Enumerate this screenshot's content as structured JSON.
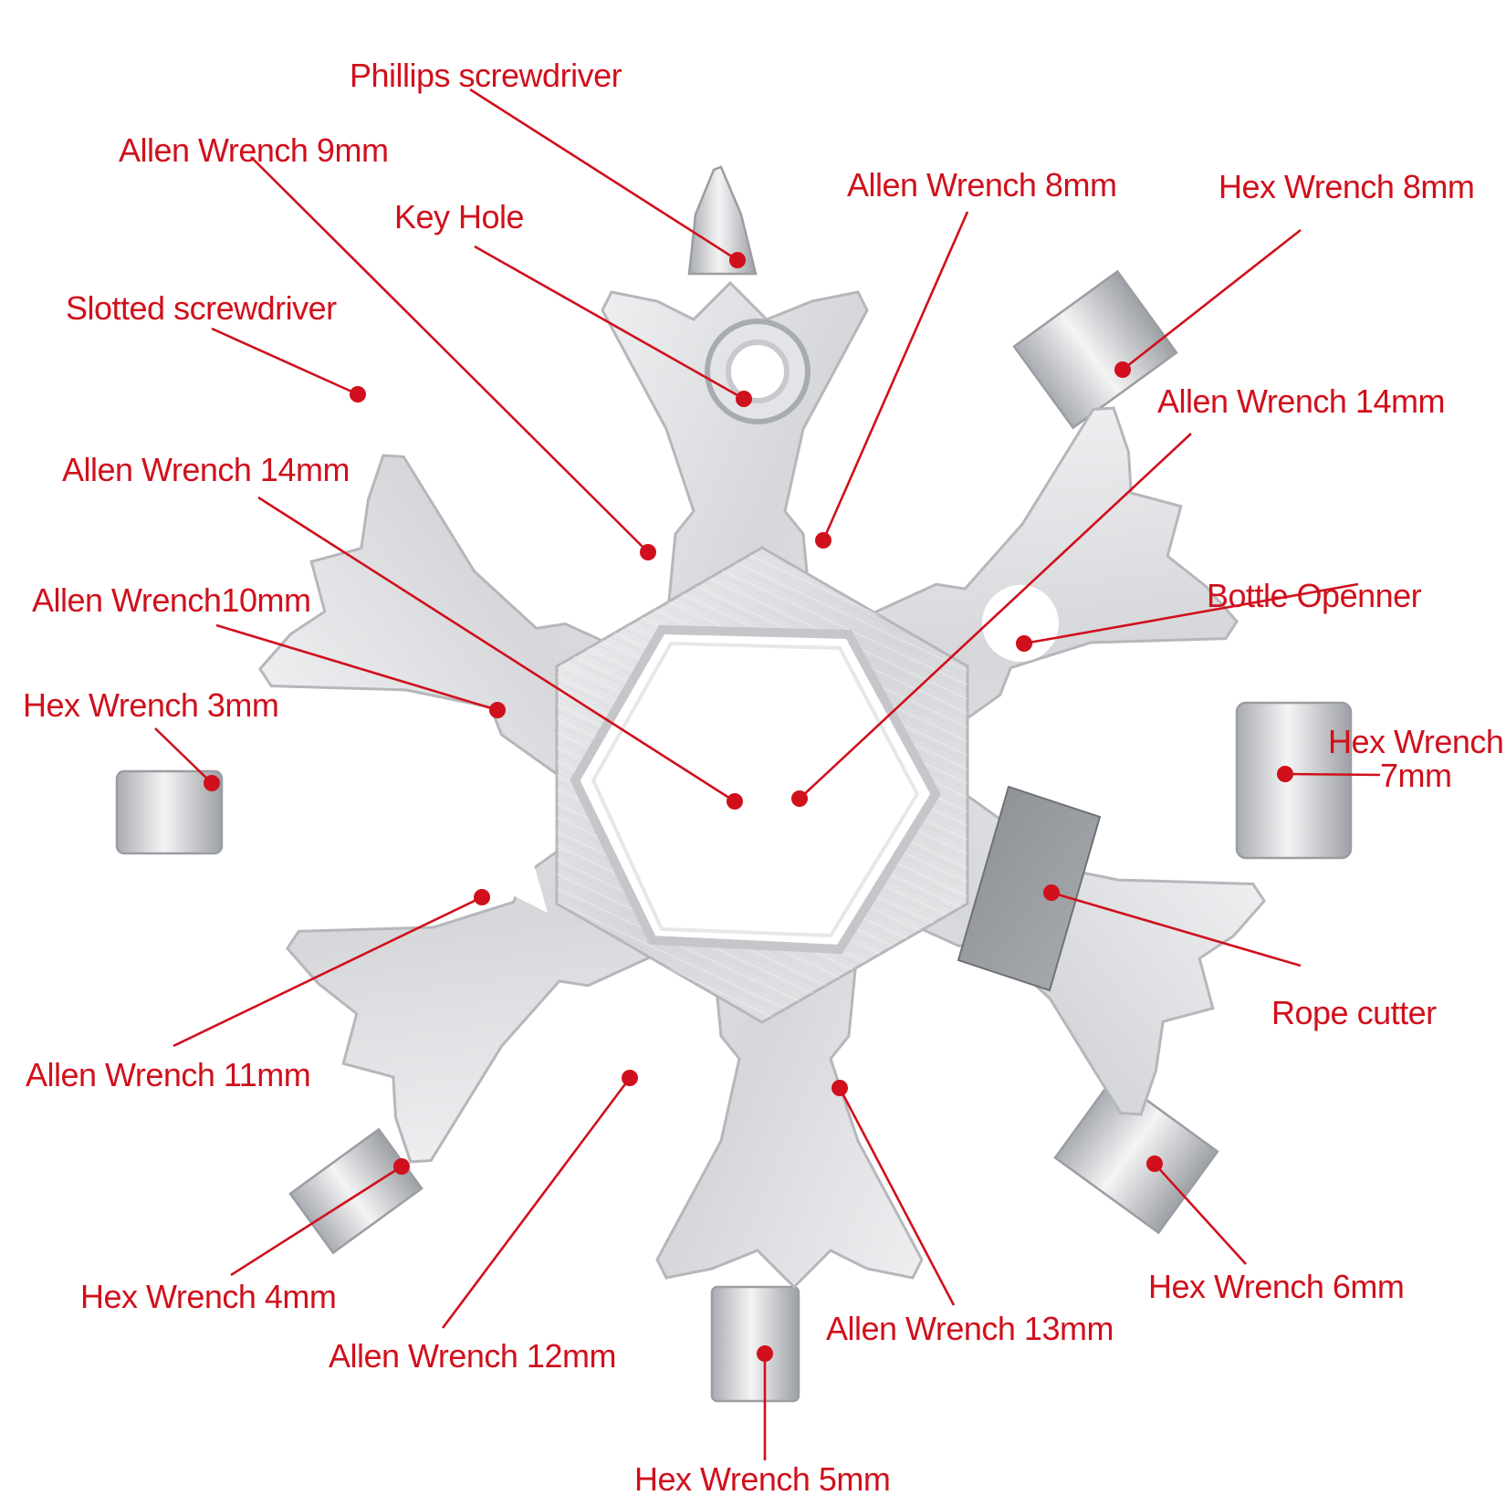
{
  "colors": {
    "label": "#d0101c",
    "tool_metal": "#d9dadd",
    "tool_edge": "#b5b7bb",
    "background": "#ffffff"
  },
  "labels": {
    "phillips_screwdriver": "Phillips screwdriver",
    "allen_wrench_9mm": "Allen Wrench 9mm",
    "key_hole": "Key Hole",
    "allen_wrench_8mm": "Allen Wrench 8mm",
    "hex_wrench_8mm": "Hex Wrench 8mm",
    "slotted_screwdriver": "Slotted screwdriver",
    "allen_wrench_14mm_left": "Allen Wrench 14mm",
    "allen_wrench_14mm_right": "Allen Wrench 14mm",
    "allen_wrench_10mm": "Allen Wrench10mm",
    "bottle_opener": "Bottle Openner",
    "hex_wrench_3mm": "Hex Wrench 3mm",
    "hex_wrench_7mm_line1": "Hex Wrench",
    "hex_wrench_7mm_line2": "7mm",
    "rope_cutter": "Rope cutter",
    "allen_wrench_11mm": "Allen Wrench 11mm",
    "hex_wrench_4mm": "Hex Wrench 4mm",
    "allen_wrench_12mm": "Allen Wrench 12mm",
    "allen_wrench_13mm": "Allen Wrench 13mm",
    "hex_wrench_6mm": "Hex Wrench 6mm",
    "hex_wrench_5mm": "Hex Wrench 5mm"
  },
  "icons": {
    "tool": "snowflake-multitool-icon",
    "marker": "red-dot-marker-icon"
  }
}
